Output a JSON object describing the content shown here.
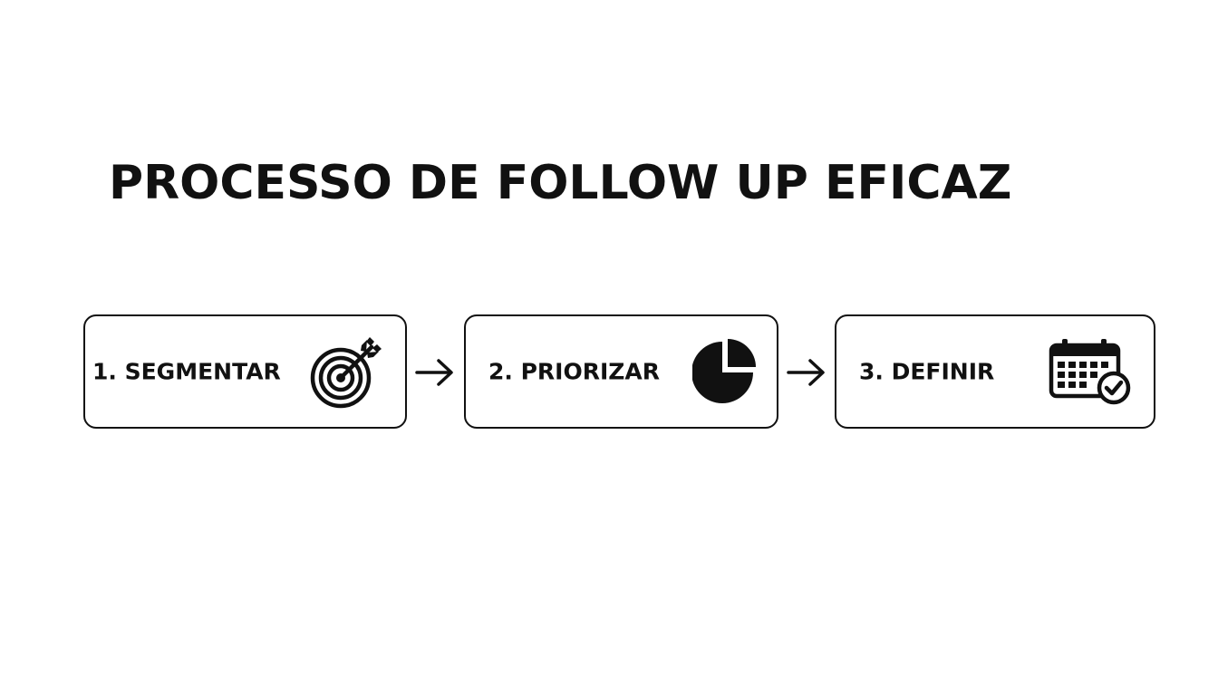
{
  "title": "PROCESSO DE FOLLOW UP EFICAZ",
  "steps": [
    {
      "label": "1. SEGMENTAR",
      "icon": "target-icon"
    },
    {
      "label": "2. PRIORIZAR",
      "icon": "pie-chart-icon"
    },
    {
      "label": "3. DEFINIR",
      "icon": "calendar-check-icon"
    }
  ],
  "connector_icon": "arrow-right-icon",
  "colors": {
    "background": "#ffffff",
    "foreground": "#111111"
  }
}
